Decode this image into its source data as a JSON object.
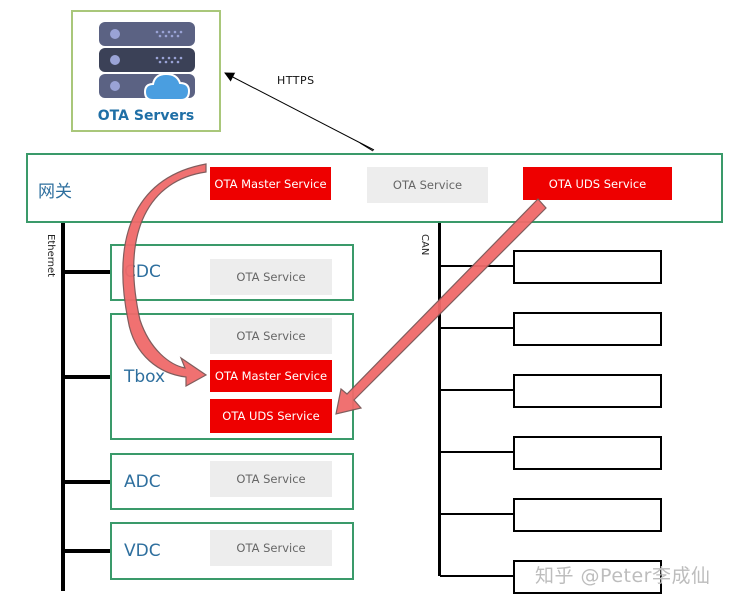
{
  "server": {
    "label": "OTA Servers",
    "icon": "server-cloud-icon"
  },
  "link": {
    "label": "HTTPS"
  },
  "gateway": {
    "label": "网关",
    "services": [
      {
        "label": "OTA Master Service",
        "style": "red"
      },
      {
        "label": "OTA Service",
        "style": "gray"
      },
      {
        "label": "OTA UDS Service",
        "style": "red"
      }
    ]
  },
  "buses": {
    "ethernet": "Ethernet",
    "can": "CAN"
  },
  "ecus": [
    {
      "label": "CDC",
      "services": [
        {
          "label": "OTA Service",
          "style": "gray"
        }
      ]
    },
    {
      "label": "Tbox",
      "services": [
        {
          "label": "OTA Service",
          "style": "gray"
        },
        {
          "label": "OTA Master Service",
          "style": "red"
        },
        {
          "label": "OTA UDS Service",
          "style": "red"
        }
      ]
    },
    {
      "label": "ADC",
      "services": [
        {
          "label": "OTA Service",
          "style": "gray"
        }
      ]
    },
    {
      "label": "VDC",
      "services": [
        {
          "label": "OTA Service",
          "style": "gray"
        }
      ]
    }
  ],
  "can_nodes": {
    "count": 6
  },
  "watermark": "知乎 @Peter李成仙",
  "colors": {
    "box_border": "#3a9a6a",
    "server_border": "#a9c77a",
    "service_red": "#ee0000",
    "service_gray": "#ededed",
    "label_blue": "#2e6f9e",
    "arrow_fill": "#f06a6a",
    "arrow_stroke": "#8a5a5a"
  }
}
